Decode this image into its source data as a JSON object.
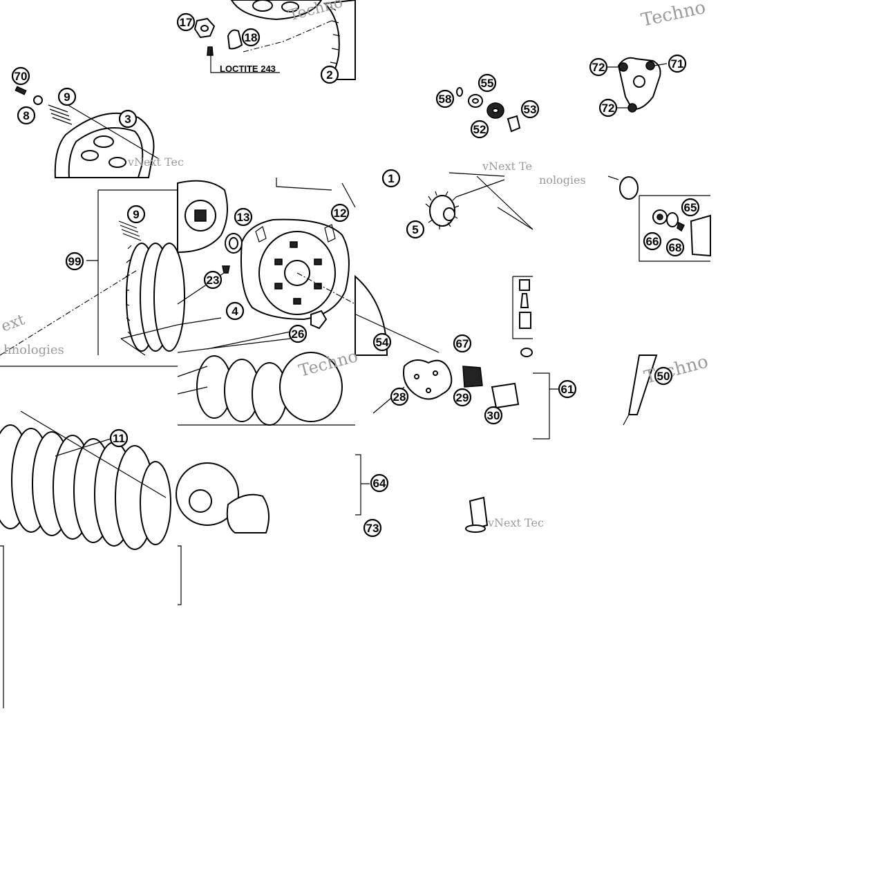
{
  "diagram": {
    "note_loctite": "LOCTITE 243",
    "watermarks": {
      "w1": "Techno",
      "w2": "Techno",
      "w3": "vNext Tec",
      "w4": "vNext Te",
      "w5": "nologies",
      "w6": "ext",
      "w7": "hnologies",
      "w8": "Techno",
      "w9": "Techno",
      "w10": "vNext Tec"
    },
    "callouts": {
      "c17": "17",
      "c18": "18",
      "c2": "2",
      "c70": "70",
      "c9a": "9",
      "c8": "8",
      "c3": "3",
      "c55": "55",
      "c58": "58",
      "c52": "52",
      "c53": "53",
      "c72a": "72",
      "c71": "71",
      "c72b": "72",
      "c99": "99",
      "c9b": "9",
      "c13": "13",
      "c12": "12",
      "c23": "23",
      "c4": "4",
      "c26": "26",
      "c1": "1",
      "c5": "5",
      "c65": "65",
      "c66": "66",
      "c68": "68",
      "c54": "54",
      "c67": "67",
      "c29": "29",
      "c28": "28",
      "c30": "30",
      "c61": "61",
      "c50": "50",
      "c11": "11",
      "c64": "64",
      "c73": "73"
    }
  }
}
